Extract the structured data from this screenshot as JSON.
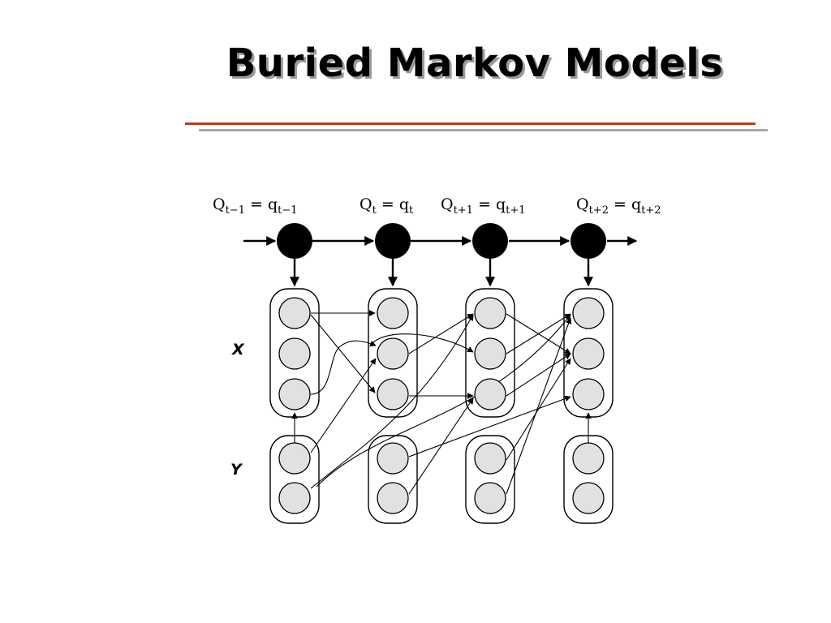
{
  "slide": {
    "title": "Buried Markov Models"
  },
  "diagram": {
    "state_labels": [
      {
        "q": "Q",
        "q_sub": "t−1",
        "eq": " = ",
        "v": "q",
        "v_sub": "t−1"
      },
      {
        "q": "Q",
        "q_sub": "t",
        "eq": " = ",
        "v": "q",
        "v_sub": "t"
      },
      {
        "q": "Q",
        "q_sub": "t+1",
        "eq": " = ",
        "v": "q",
        "v_sub": "t+1"
      },
      {
        "q": "Q",
        "q_sub": "t+2",
        "eq": " = ",
        "v": "q",
        "v_sub": "t+2"
      }
    ],
    "row_labels": {
      "x": "X",
      "y": "Y"
    }
  }
}
